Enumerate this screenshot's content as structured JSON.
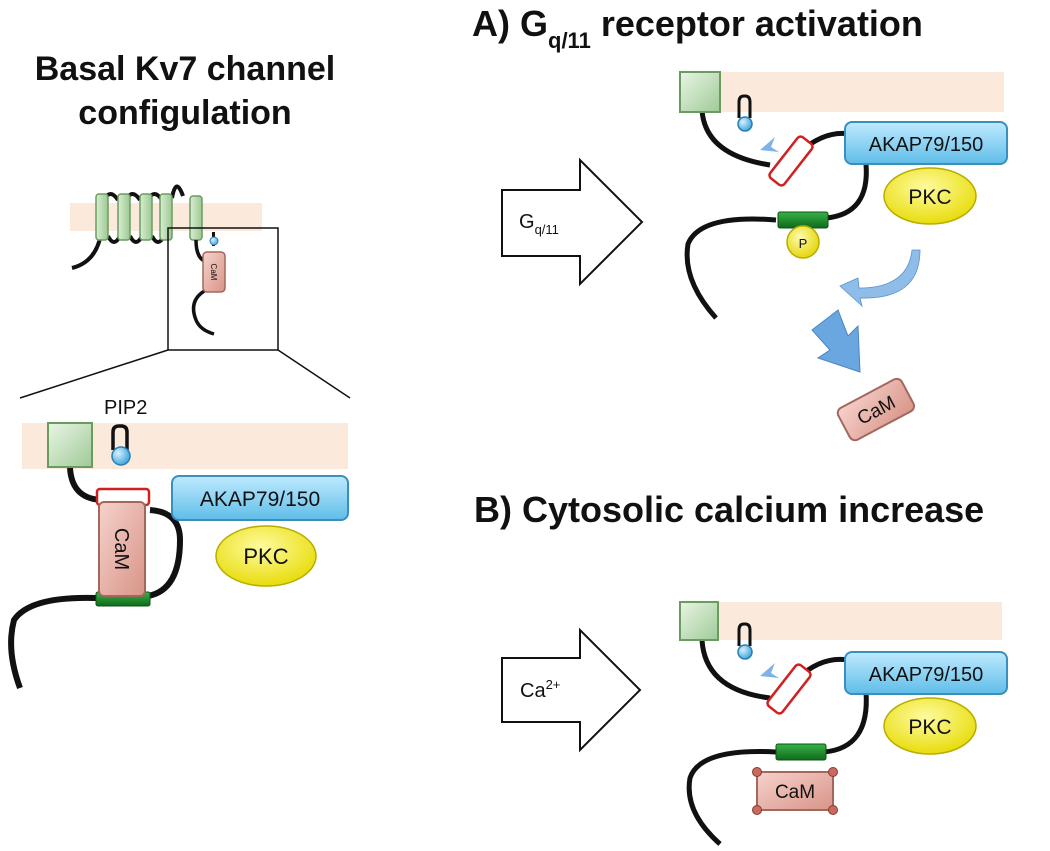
{
  "titles": {
    "basal_line1": "Basal Kv7 channel",
    "basal_line2": "configulation",
    "panel_a_prefix": "A) G",
    "panel_a_sub": "q/11",
    "panel_a_suffix": " receptor activation",
    "panel_b": "B) Cytosolic calcium increase"
  },
  "labels": {
    "pip2": "PIP2",
    "akap": "AKAP79/150",
    "pkc": "PKC",
    "cam": "CaM",
    "phospho": "P",
    "arrow_a_main": "G",
    "arrow_a_sub": "q/11",
    "arrow_b_main": "Ca",
    "arrow_b_sup": "2+"
  },
  "colors": {
    "membrane": "#fbe9dc",
    "akap": "#7fd0f2",
    "pkc": "#f4ea1c",
    "cam": "#e5aba1",
    "helix": "#b8dcae",
    "anchor_green": "#1f8a2a",
    "pip2_ball": "#5ab8e6",
    "arrow_blue": "#6aa6df"
  }
}
